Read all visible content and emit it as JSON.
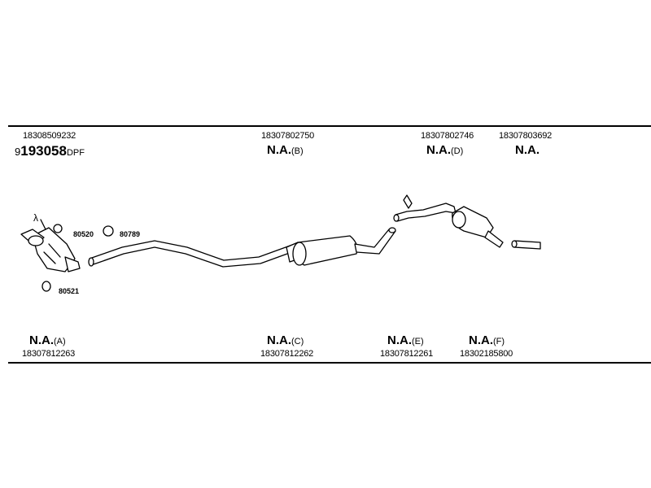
{
  "top_row": {
    "left": {
      "code": "18308509232",
      "ref_prefix": "9",
      "ref_bold": "193058",
      "ref_suffix": "DPF"
    },
    "b": {
      "code": "18307802750",
      "na": "N.A.",
      "tag": "(B)"
    },
    "d": {
      "code": "18307802746",
      "na": "N.A.",
      "tag": "(D)"
    },
    "tail": {
      "code": "18307803692",
      "na": "N.A."
    }
  },
  "parts": {
    "lambda": "λ",
    "g1": "80520",
    "g2": "80789",
    "g3": "80521"
  },
  "bottom_row": {
    "a": {
      "na": "N.A.",
      "tag": "(A)",
      "code": "18307812263"
    },
    "c": {
      "na": "N.A.",
      "tag": "(C)",
      "code": "18307812262"
    },
    "e": {
      "na": "N.A.",
      "tag": "(E)",
      "code": "18307812261"
    },
    "f": {
      "na": "N.A.",
      "tag": "(F)",
      "code": "18302185800"
    }
  }
}
